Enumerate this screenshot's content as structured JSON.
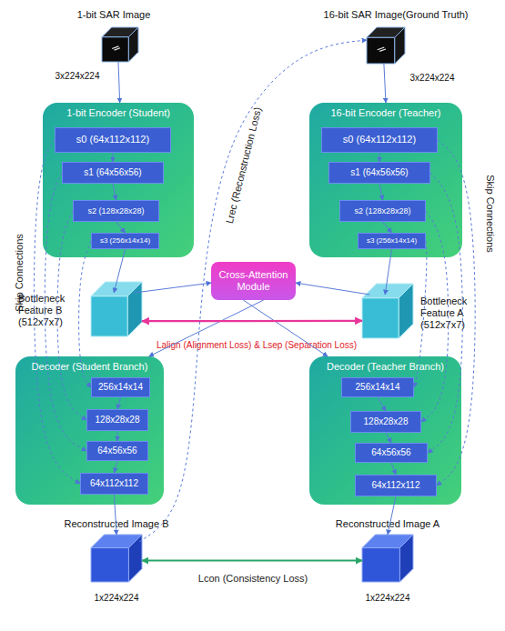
{
  "diagram": {
    "nodes": [
      {
        "text": [
          "1-bit SAR Image",
          "3x224x224"
        ]
      },
      {
        "text": [
          "16-bit SAR Image(Ground Truth)",
          "3x224x224"
        ]
      },
      {
        "text": [
          "1-bit Encoder (Student)"
        ]
      },
      {
        "text": [
          "s0 (64x112x112)"
        ],
        "in": 2
      },
      {
        "text": [
          "s1 (64x56x56)"
        ],
        "in": 2
      },
      {
        "text": [
          "s2 (128x28x28)"
        ],
        "in": 2
      },
      {
        "text": [
          "s3 (256x14x14)"
        ],
        "in": 2
      },
      {
        "text": [
          "16-bit Encoder (Teacher)"
        ]
      },
      {
        "text": [
          "s0 (64x112x112)"
        ],
        "in": 7
      },
      {
        "text": [
          "s1 (64x56x56)"
        ],
        "in": 7
      },
      {
        "text": [
          "s2 (128x28x28)"
        ],
        "in": 7
      },
      {
        "text": [
          "s3 (256x14x14)"
        ],
        "in": 7
      },
      {
        "text": [
          "Cross-Attention Module"
        ]
      },
      {
        "text": [
          "Bottleneck Feature B (512x7x7)"
        ]
      },
      {
        "text": [
          "Bottleneck Feature A (512x7x7)"
        ]
      },
      {
        "text": [
          "Decoder (Student Branch)"
        ]
      },
      {
        "text": [
          "256x14x14"
        ],
        "in": 15
      },
      {
        "text": [
          "128x28x28"
        ],
        "in": 15
      },
      {
        "text": [
          "64x56x56"
        ],
        "in": 15
      },
      {
        "text": [
          "64x112x112"
        ],
        "in": 15
      },
      {
        "text": [
          "Decoder (Teacher Branch)"
        ]
      },
      {
        "text": [
          "256x14x14"
        ],
        "in": 20
      },
      {
        "text": [
          "128x28x28"
        ],
        "in": 20
      },
      {
        "text": [
          "64x56x56"
        ],
        "in": 20
      },
      {
        "text": [
          "64x112x112"
        ],
        "in": 20
      },
      {
        "text": [
          "Reconstructed Image B",
          "1x224x224"
        ]
      },
      {
        "text": [
          "Reconstructed Image A",
          "1x224x224"
        ]
      }
    ],
    "edges": [
      {
        "from": 0,
        "to": 2,
        "arrow": "to"
      },
      {
        "from": 1,
        "to": 7,
        "arrow": "to"
      },
      {
        "from": 3,
        "to": 4,
        "arrow": "to"
      },
      {
        "from": 4,
        "to": 5,
        "arrow": "to"
      },
      {
        "from": 5,
        "to": 6,
        "arrow": "to"
      },
      {
        "from": 8,
        "to": 9,
        "arrow": "to"
      },
      {
        "from": 9,
        "to": 10,
        "arrow": "to"
      },
      {
        "from": 10,
        "to": 11,
        "arrow": "to"
      },
      {
        "from": 6,
        "to": 13,
        "arrow": "to"
      },
      {
        "from": 11,
        "to": 14,
        "arrow": "to"
      },
      {
        "from": 13,
        "to": 12,
        "arrow": "to"
      },
      {
        "from": 14,
        "to": 12,
        "arrow": "to"
      },
      {
        "from": 12,
        "to": 15,
        "arrow": "to"
      },
      {
        "from": 12,
        "to": 20,
        "arrow": "to"
      },
      {
        "from": 13,
        "to": 14,
        "arrow": "both",
        "label": "Lalign (Alignment Loss) & Lsep (Separation Loss)"
      },
      {
        "from": 16,
        "to": 17,
        "arrow": "to"
      },
      {
        "from": 17,
        "to": 18,
        "arrow": "to"
      },
      {
        "from": 18,
        "to": 19,
        "arrow": "to"
      },
      {
        "from": 21,
        "to": 22,
        "arrow": "to"
      },
      {
        "from": 22,
        "to": 23,
        "arrow": "to"
      },
      {
        "from": 23,
        "to": 24,
        "arrow": "to"
      },
      {
        "from": 3,
        "to": 19,
        "arrow": "to"
      },
      {
        "from": 4,
        "to": 18,
        "arrow": "to"
      },
      {
        "from": 5,
        "to": 17,
        "arrow": "to"
      },
      {
        "from": 6,
        "to": 16,
        "arrow": "to"
      },
      {
        "from": 8,
        "to": 24,
        "arrow": "to"
      },
      {
        "from": 9,
        "to": 23,
        "arrow": "to"
      },
      {
        "from": 10,
        "to": 22,
        "arrow": "to"
      },
      {
        "from": 11,
        "to": 21,
        "arrow": "to"
      },
      {
        "from": 19,
        "to": 25,
        "arrow": "to"
      },
      {
        "from": 24,
        "to": 26,
        "arrow": "to"
      },
      {
        "from": 25,
        "to": 26,
        "arrow": "both",
        "label": "Lcon (Consistency Loss)"
      },
      {
        "from": 25,
        "to": 1,
        "arrow": "to",
        "label": "Lrec (Reconstruction Loss)"
      }
    ],
    "labels": [
      "Skip Connections",
      "Skip Connections"
    ]
  }
}
